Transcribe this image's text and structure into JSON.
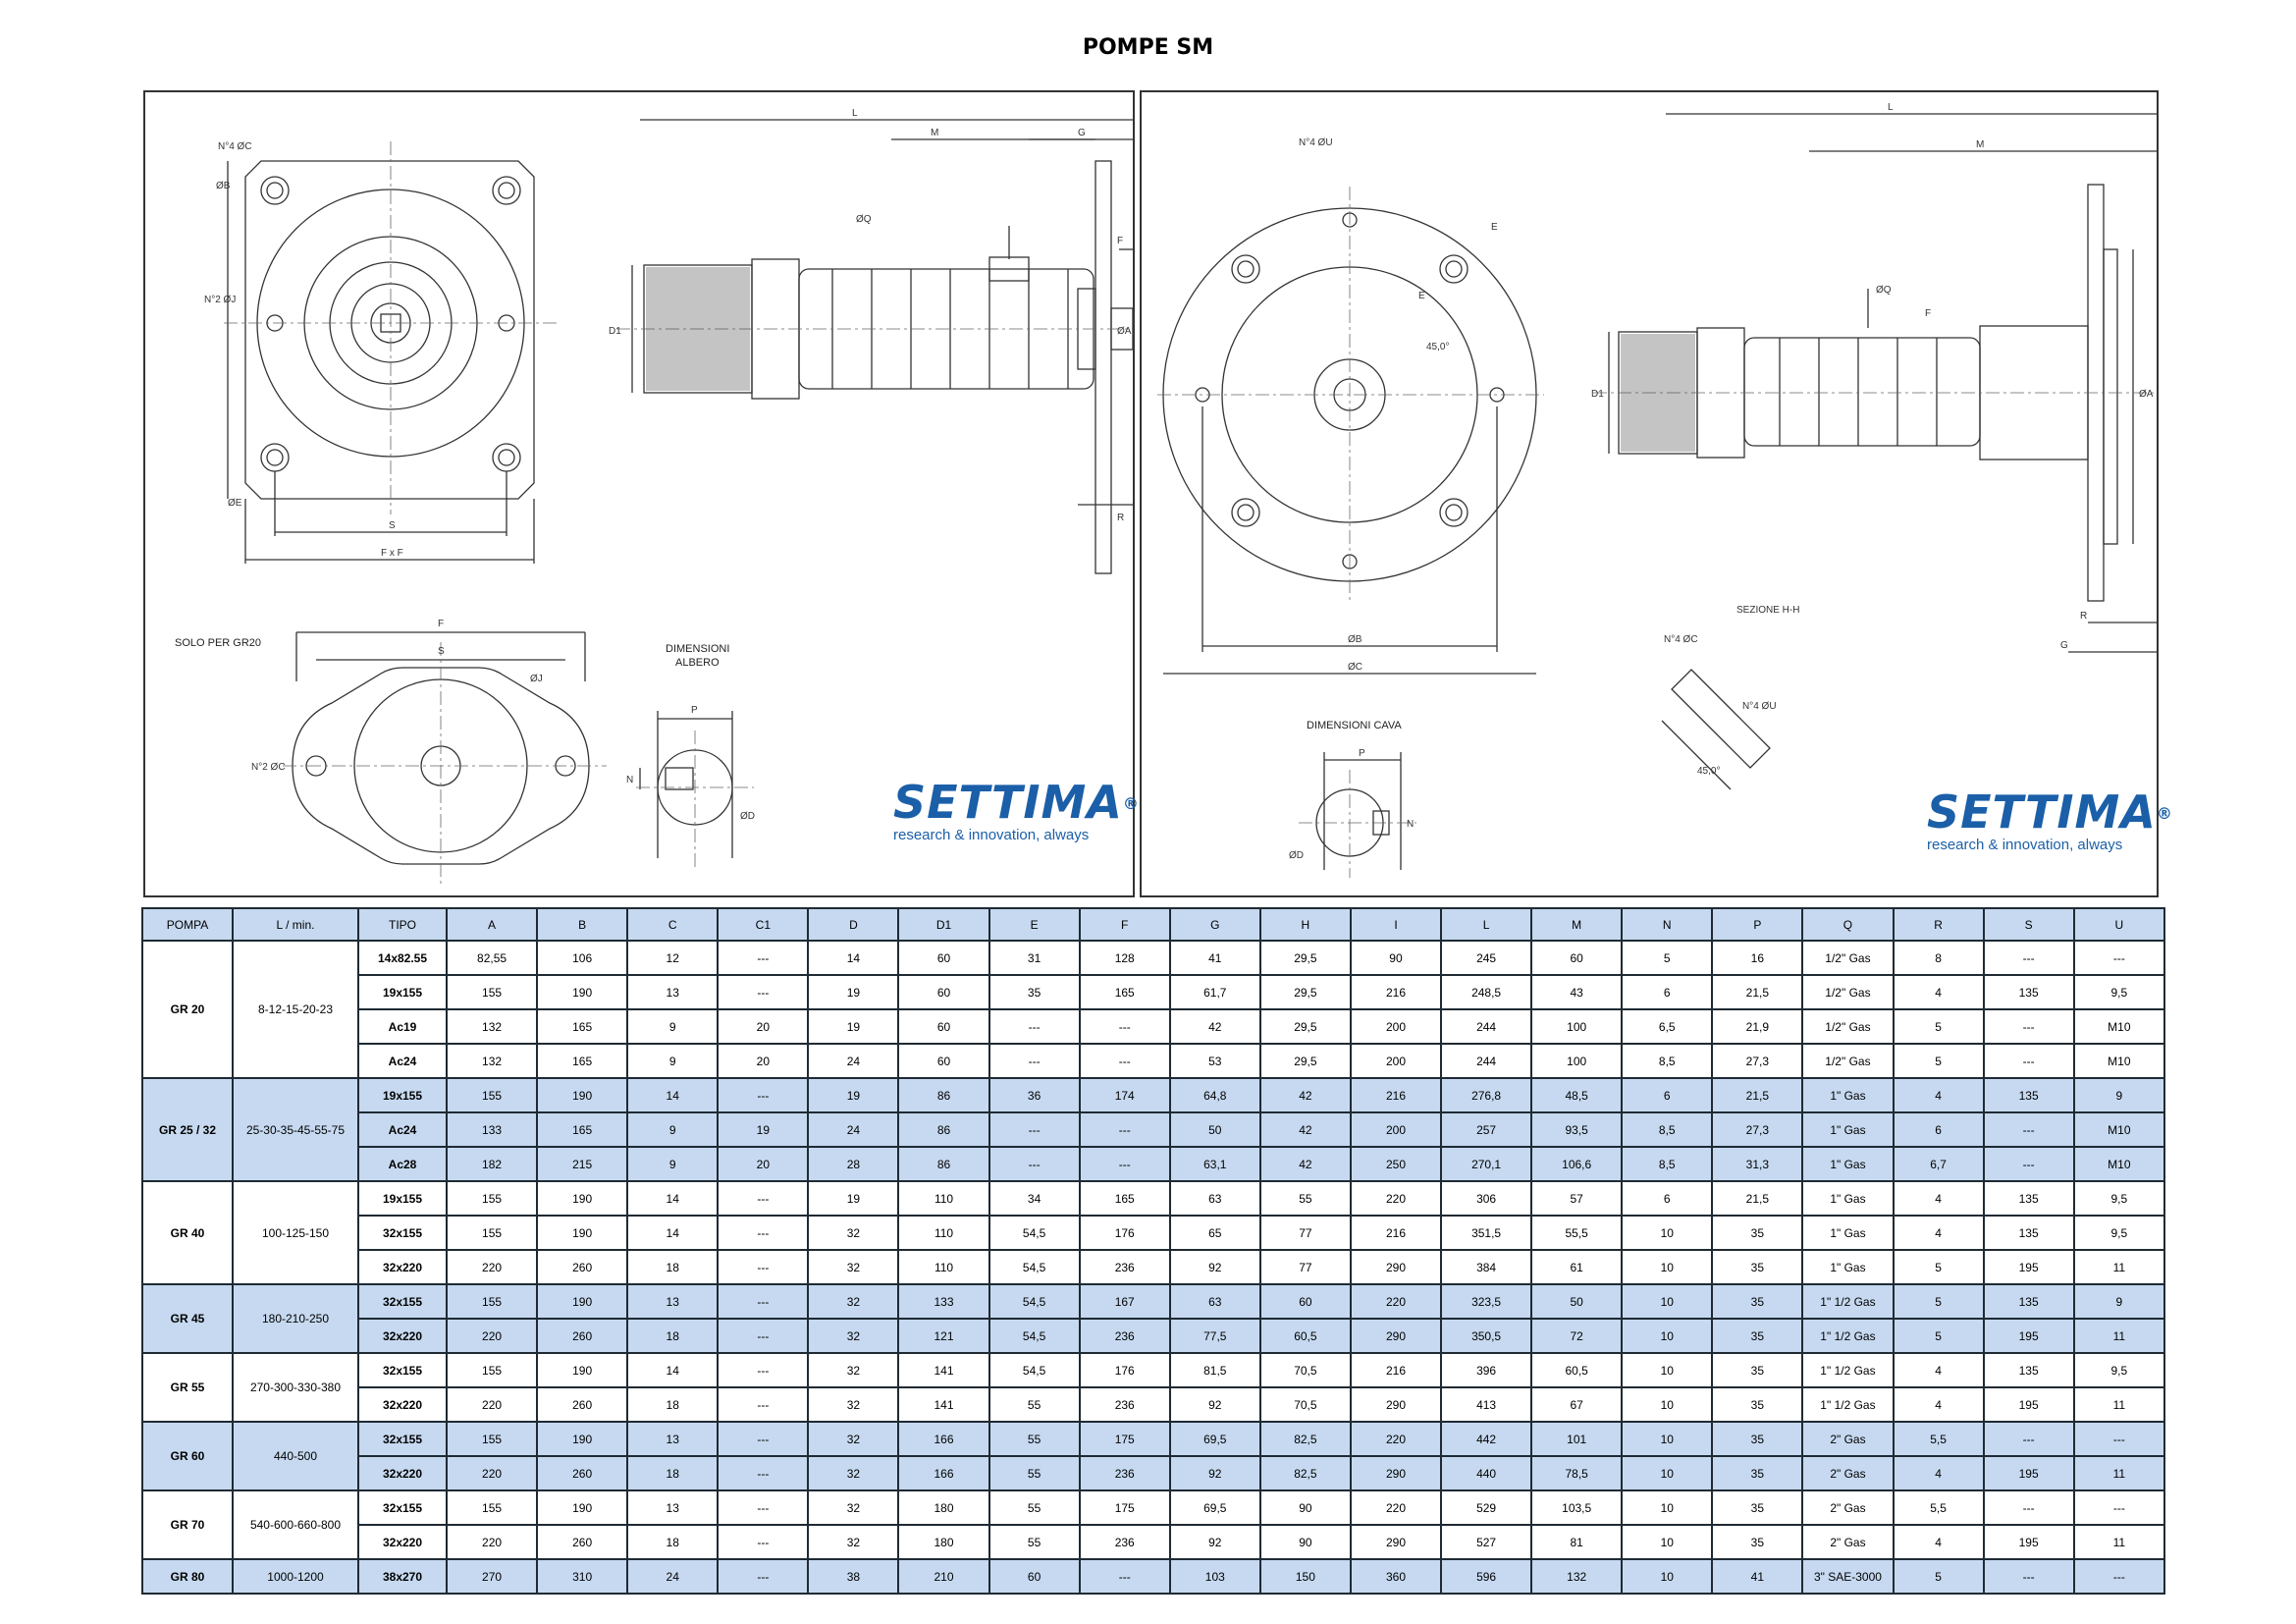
{
  "title": "POMPE SM",
  "drawings": {
    "left": {
      "labels": {
        "flange_holes": "N°4 ØC",
        "b_dim": "ØB",
        "n2_holes": "N°2 ØJ",
        "e1": "ØE",
        "s": "S",
        "fxf": "F x F",
        "l_top": "L",
        "m": "M",
        "g": "G",
        "q": "ØQ",
        "f": "F",
        "d1": "D1",
        "a": "ØA",
        "r": "R",
        "solo": "SOLO PER GR20",
        "f2": "F",
        "s2": "S",
        "j2": "ØJ",
        "n2c": "N°2 ØC",
        "dim_albero_1": "DIMENSIONI",
        "dim_albero_2": "ALBERO",
        "p": "P",
        "n": "N",
        "d": "ØD"
      }
    },
    "right": {
      "labels": {
        "flange_holes": "N°4 ØU",
        "e": "E",
        "e2": "E",
        "angle": "45,0°",
        "b": "ØB",
        "c": "ØC",
        "l": "L",
        "m": "M",
        "q": "ØQ",
        "f": "F",
        "d1": "D1",
        "a": "ØA",
        "r": "R",
        "g": "G",
        "sezione": "SEZIONE H-H",
        "n4c": "N°4 ØC",
        "n4u": "N°4 ØU",
        "angle2": "45,0°",
        "dim_cava": "DIMENSIONI CAVA",
        "p": "P",
        "n": "N",
        "d": "ØD"
      }
    }
  },
  "logo": {
    "brand": "SETTIMA",
    "reg": "®",
    "slogan": "research & innovation, always",
    "color": "#1b5fa8"
  },
  "table": {
    "headers": [
      "POMPA",
      "L / min.",
      "TIPO",
      "A",
      "B",
      "C",
      "C1",
      "D",
      "D1",
      "E",
      "F",
      "G",
      "H",
      "I",
      "L",
      "M",
      "N",
      "P",
      "Q",
      "R",
      "S",
      "U"
    ],
    "header_color": "#c6d9f0",
    "groups": [
      {
        "pompa": "GR 20",
        "lmin": "8-12-15-20-23",
        "shaded": false,
        "rows": [
          [
            "14x82.55",
            "82,55",
            "106",
            "12",
            "---",
            "14",
            "60",
            "31",
            "128",
            "41",
            "29,5",
            "90",
            "245",
            "60",
            "5",
            "16",
            "1/2\" Gas",
            "8",
            "---",
            "---"
          ],
          [
            "19x155",
            "155",
            "190",
            "13",
            "---",
            "19",
            "60",
            "35",
            "165",
            "61,7",
            "29,5",
            "216",
            "248,5",
            "43",
            "6",
            "21,5",
            "1/2\" Gas",
            "4",
            "135",
            "9,5"
          ],
          [
            "Ac19",
            "132",
            "165",
            "9",
            "20",
            "19",
            "60",
            "---",
            "---",
            "42",
            "29,5",
            "200",
            "244",
            "100",
            "6,5",
            "21,9",
            "1/2\" Gas",
            "5",
            "---",
            "M10"
          ],
          [
            "Ac24",
            "132",
            "165",
            "9",
            "20",
            "24",
            "60",
            "---",
            "---",
            "53",
            "29,5",
            "200",
            "244",
            "100",
            "8,5",
            "27,3",
            "1/2\" Gas",
            "5",
            "---",
            "M10"
          ]
        ]
      },
      {
        "pompa": "GR 25 / 32",
        "lmin": "25-30-35-45-55-75",
        "shaded": true,
        "rows": [
          [
            "19x155",
            "155",
            "190",
            "14",
            "---",
            "19",
            "86",
            "36",
            "174",
            "64,8",
            "42",
            "216",
            "276,8",
            "48,5",
            "6",
            "21,5",
            "1\" Gas",
            "4",
            "135",
            "9"
          ],
          [
            "Ac24",
            "133",
            "165",
            "9",
            "19",
            "24",
            "86",
            "---",
            "---",
            "50",
            "42",
            "200",
            "257",
            "93,5",
            "8,5",
            "27,3",
            "1\" Gas",
            "6",
            "---",
            "M10"
          ],
          [
            "Ac28",
            "182",
            "215",
            "9",
            "20",
            "28",
            "86",
            "---",
            "---",
            "63,1",
            "42",
            "250",
            "270,1",
            "106,6",
            "8,5",
            "31,3",
            "1\" Gas",
            "6,7",
            "---",
            "M10"
          ]
        ]
      },
      {
        "pompa": "GR 40",
        "lmin": "100-125-150",
        "shaded": false,
        "rows": [
          [
            "19x155",
            "155",
            "190",
            "14",
            "---",
            "19",
            "110",
            "34",
            "165",
            "63",
            "55",
            "220",
            "306",
            "57",
            "6",
            "21,5",
            "1\" Gas",
            "4",
            "135",
            "9,5"
          ],
          [
            "32x155",
            "155",
            "190",
            "14",
            "---",
            "32",
            "110",
            "54,5",
            "176",
            "65",
            "77",
            "216",
            "351,5",
            "55,5",
            "10",
            "35",
            "1\" Gas",
            "4",
            "135",
            "9,5"
          ],
          [
            "32x220",
            "220",
            "260",
            "18",
            "---",
            "32",
            "110",
            "54,5",
            "236",
            "92",
            "77",
            "290",
            "384",
            "61",
            "10",
            "35",
            "1\" Gas",
            "5",
            "195",
            "11"
          ]
        ]
      },
      {
        "pompa": "GR 45",
        "lmin": "180-210-250",
        "shaded": true,
        "rows": [
          [
            "32x155",
            "155",
            "190",
            "13",
            "---",
            "32",
            "133",
            "54,5",
            "167",
            "63",
            "60",
            "220",
            "323,5",
            "50",
            "10",
            "35",
            "1\" 1/2 Gas",
            "5",
            "135",
            "9"
          ],
          [
            "32x220",
            "220",
            "260",
            "18",
            "---",
            "32",
            "121",
            "54,5",
            "236",
            "77,5",
            "60,5",
            "290",
            "350,5",
            "72",
            "10",
            "35",
            "1\" 1/2 Gas",
            "5",
            "195",
            "11"
          ]
        ]
      },
      {
        "pompa": "GR 55",
        "lmin": "270-300-330-380",
        "shaded": false,
        "rows": [
          [
            "32x155",
            "155",
            "190",
            "14",
            "---",
            "32",
            "141",
            "54,5",
            "176",
            "81,5",
            "70,5",
            "216",
            "396",
            "60,5",
            "10",
            "35",
            "1\" 1/2 Gas",
            "4",
            "135",
            "9,5"
          ],
          [
            "32x220",
            "220",
            "260",
            "18",
            "---",
            "32",
            "141",
            "55",
            "236",
            "92",
            "70,5",
            "290",
            "413",
            "67",
            "10",
            "35",
            "1\" 1/2 Gas",
            "4",
            "195",
            "11"
          ]
        ]
      },
      {
        "pompa": "GR 60",
        "lmin": "440-500",
        "shaded": true,
        "rows": [
          [
            "32x155",
            "155",
            "190",
            "13",
            "---",
            "32",
            "166",
            "55",
            "175",
            "69,5",
            "82,5",
            "220",
            "442",
            "101",
            "10",
            "35",
            "2\" Gas",
            "5,5",
            "---",
            "---"
          ],
          [
            "32x220",
            "220",
            "260",
            "18",
            "---",
            "32",
            "166",
            "55",
            "236",
            "92",
            "82,5",
            "290",
            "440",
            "78,5",
            "10",
            "35",
            "2\" Gas",
            "4",
            "195",
            "11"
          ]
        ]
      },
      {
        "pompa": "GR 70",
        "lmin": "540-600-660-800",
        "shaded": false,
        "rows": [
          [
            "32x155",
            "155",
            "190",
            "13",
            "---",
            "32",
            "180",
            "55",
            "175",
            "69,5",
            "90",
            "220",
            "529",
            "103,5",
            "10",
            "35",
            "2\" Gas",
            "5,5",
            "---",
            "---"
          ],
          [
            "32x220",
            "220",
            "260",
            "18",
            "---",
            "32",
            "180",
            "55",
            "236",
            "92",
            "90",
            "290",
            "527",
            "81",
            "10",
            "35",
            "2\" Gas",
            "4",
            "195",
            "11"
          ]
        ]
      },
      {
        "pompa": "GR 80",
        "lmin": "1000-1200",
        "shaded": true,
        "rows": [
          [
            "38x270",
            "270",
            "310",
            "24",
            "---",
            "38",
            "210",
            "60",
            "---",
            "103",
            "150",
            "360",
            "596",
            "132",
            "10",
            "41",
            "3\" SAE-3000",
            "5",
            "---",
            "---"
          ]
        ]
      }
    ]
  }
}
